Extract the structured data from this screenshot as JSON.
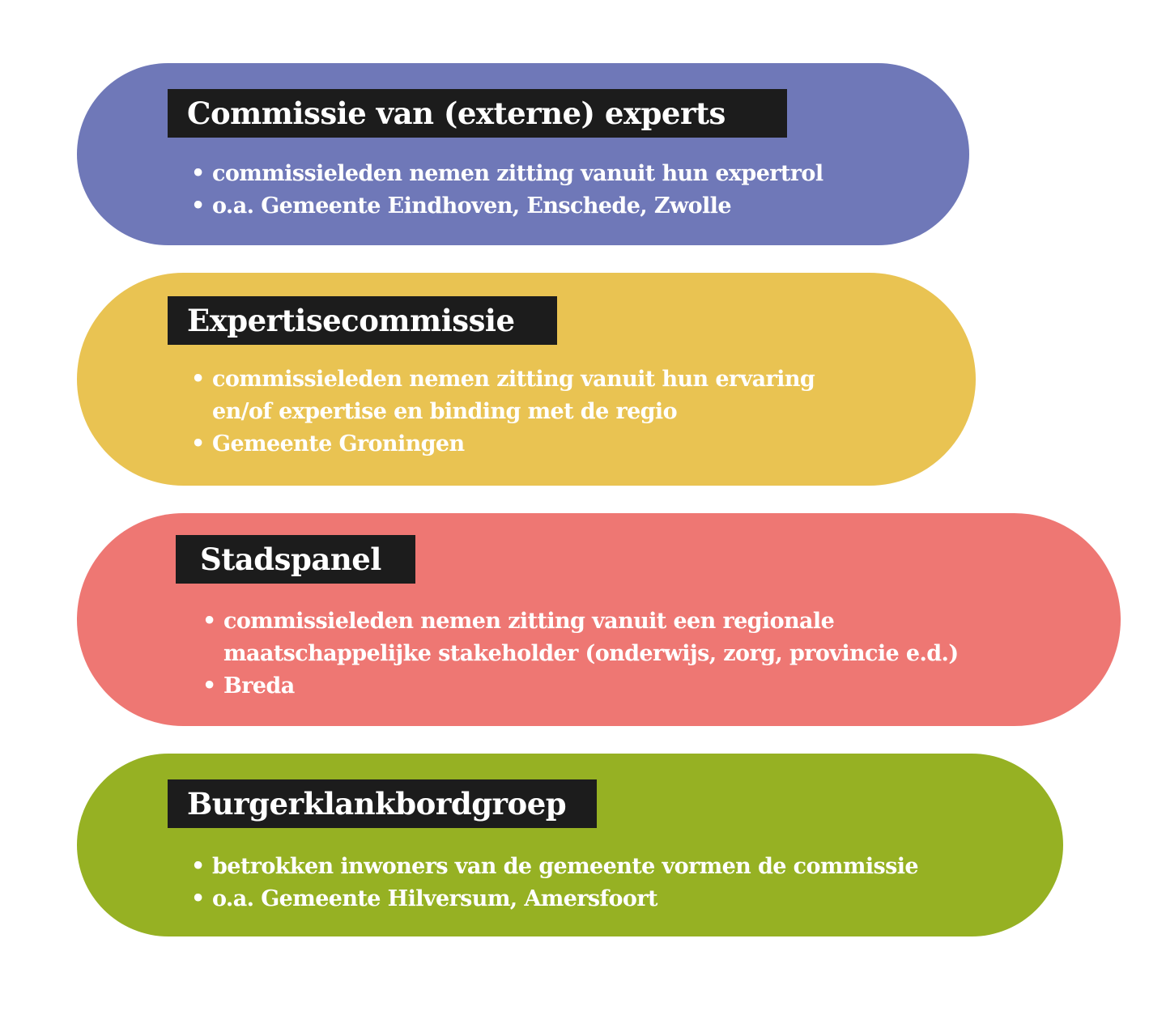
{
  "colors": {
    "purple": "#6f78b8",
    "yellow": "#e9c352",
    "red": "#ee7773",
    "green": "#96b123"
  },
  "blocks": [
    {
      "title": "Commissie van (externe) experts",
      "bullets": [
        [
          "commissieleden nemen zitting vanuit hun expertrol"
        ],
        [
          "o.a. Gemeente Eindhoven, Enschede, Zwolle"
        ]
      ]
    },
    {
      "title": "Expertisecommissie",
      "bullets": [
        [
          "commissieleden nemen zitting vanuit hun ervaring",
          "en/of expertise en binding met de regio"
        ],
        [
          "Gemeente Groningen"
        ]
      ]
    },
    {
      "title": "Stadspanel",
      "bullets": [
        [
          "commissieleden nemen zitting vanuit een regionale",
          "maatschappelijke stakeholder (onderwijs, zorg, provincie e.d.)"
        ],
        [
          "Breda"
        ]
      ]
    },
    {
      "title": "Burgerklankbordgroep",
      "bullets": [
        [
          "betrokken inwoners van de gemeente vormen de commissie"
        ],
        [
          "o.a. Gemeente Hilversum, Amersfoort"
        ]
      ]
    }
  ]
}
